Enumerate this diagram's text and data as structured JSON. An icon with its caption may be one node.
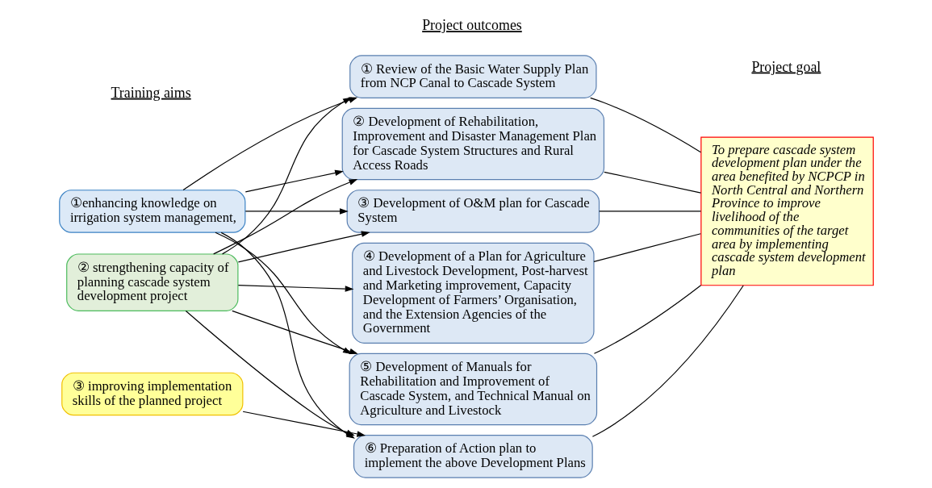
{
  "diagram": {
    "nodes": [
      {
        "text": [
          "①enhancing knowledge on irrigation system management,"
        ]
      },
      {
        "text": [
          "② strengthening capacity of planning cascade system development project"
        ]
      },
      {
        "text": [
          "③ improving implementation skills of the planned project"
        ]
      },
      {
        "text": [
          "① Review of the Basic Water Supply Plan from NCP Canal to Cascade System"
        ]
      },
      {
        "text": [
          "② Development of Rehabilitation, Improvement and Disaster Management Plan for Cascade System Structures and Rural Access Roads"
        ]
      },
      {
        "text": [
          "③ Development of O&M plan for Cascade System"
        ]
      },
      {
        "text": [
          "④ Development of a Plan for Agriculture and Livestock Development, Post-harvest and Marketing improvement, Capacity Development of Farmers’ Organisation, and the Extension Agencies of the Government"
        ]
      },
      {
        "text": [
          "⑤ Development of Manuals for Rehabilitation and Improvement of Cascade System, and Technical Manual on Agriculture and Livestock"
        ]
      },
      {
        "text": [
          "⑥ Preparation of Action plan to implement the above Development Plans"
        ]
      },
      {
        "text": [
          "To prepare cascade system development plan under the area benefited by NCPCP in North Central and Northern Province to improve livelihood of the communities of the target area by implementing cascade system development plan"
        ]
      }
    ],
    "edges": [
      {
        "from": 0,
        "to": 3,
        "arrow": "to"
      },
      {
        "from": 0,
        "to": 4,
        "arrow": "to"
      },
      {
        "from": 0,
        "to": 5,
        "arrow": "to"
      },
      {
        "from": 0,
        "to": 7,
        "arrow": "to"
      },
      {
        "from": 0,
        "to": 8,
        "arrow": "to"
      },
      {
        "from": 1,
        "to": 3,
        "arrow": "to"
      },
      {
        "from": 1,
        "to": 4,
        "arrow": "to"
      },
      {
        "from": 1,
        "to": 5,
        "arrow": "to"
      },
      {
        "from": 1,
        "to": 6,
        "arrow": "to"
      },
      {
        "from": 1,
        "to": 7,
        "arrow": "to"
      },
      {
        "from": 1,
        "to": 8,
        "arrow": "to"
      },
      {
        "from": 2,
        "to": 8,
        "arrow": "to"
      },
      {
        "from": 3,
        "to": 9,
        "arrow": "none"
      },
      {
        "from": 4,
        "to": 9,
        "arrow": "none"
      },
      {
        "from": 5,
        "to": 9,
        "arrow": "none"
      },
      {
        "from": 6,
        "to": 9,
        "arrow": "none"
      },
      {
        "from": 7,
        "to": 9,
        "arrow": "none"
      },
      {
        "from": 8,
        "to": 9,
        "arrow": "none"
      }
    ],
    "labels": [
      "Training aims",
      "Project outcomes",
      "Project goal"
    ]
  }
}
